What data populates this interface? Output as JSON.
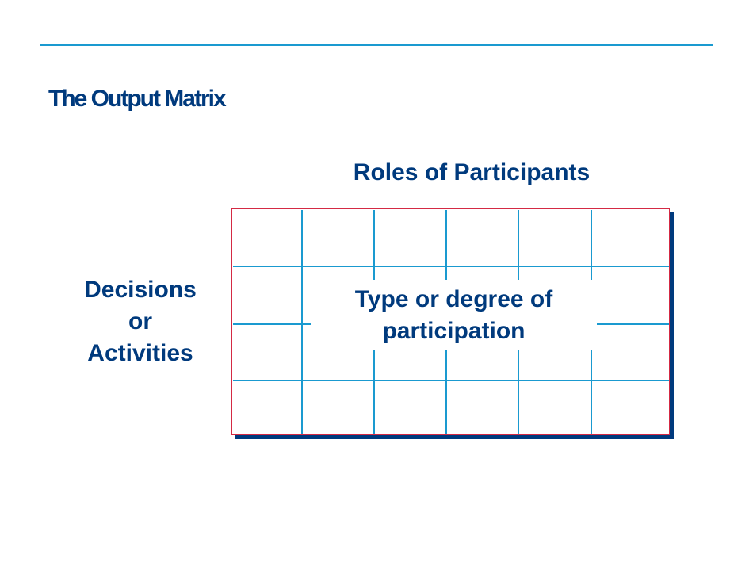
{
  "slide": {
    "title": "The Output Matrix",
    "column_header": "Roles of Participants",
    "row_header": {
      "line1": "Decisions",
      "line2": "or",
      "line3": "Activities"
    },
    "cell_label": {
      "line1": "Type or degree of",
      "line2": "participation"
    }
  },
  "matrix": {
    "columns": 6,
    "rows": 4,
    "border_color": "#d42a44",
    "grid_color": "#1a9ad0",
    "shadow_color": "#003a7d"
  },
  "colors": {
    "text": "#003a7d",
    "accent_rule": "#1a9ad0"
  }
}
